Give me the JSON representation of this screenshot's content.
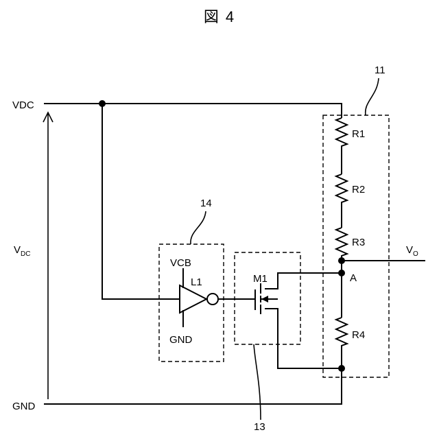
{
  "figure": {
    "title": "図 4"
  },
  "rails": {
    "top": "VDC",
    "bottom": "GND"
  },
  "voltage": {
    "main": "V",
    "sub": "DC"
  },
  "output": {
    "main": "V",
    "sub": "O"
  },
  "node_a": "A",
  "resistors": [
    "R1",
    "R2",
    "R3",
    "R4"
  ],
  "transistor": "M1",
  "inverter": {
    "name": "L1",
    "supply": "VCB",
    "ground": "GND"
  },
  "blocks": {
    "divider": "11",
    "switch": "13",
    "driver": "14"
  }
}
